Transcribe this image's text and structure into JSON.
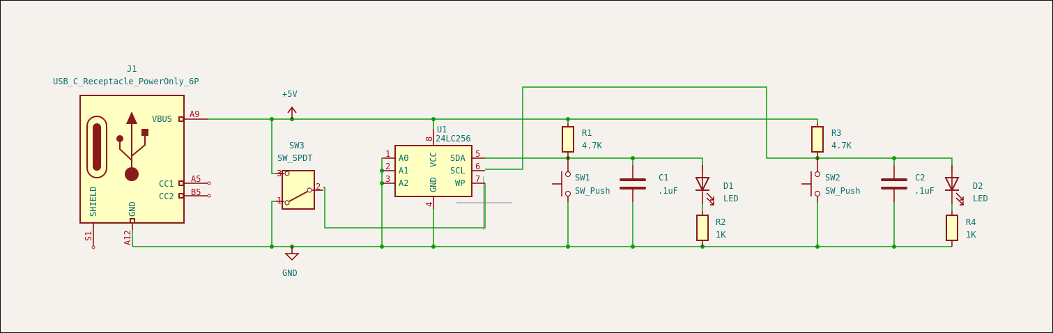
{
  "schematic": {
    "power": {
      "vcc_label": "+5V",
      "gnd_label": "GND"
    },
    "J1": {
      "ref": "J1",
      "value": "USB_C_Receptacle_PowerOnly_6P",
      "pins": {
        "vbus": {
          "name": "VBUS",
          "num": "A9"
        },
        "cc1": {
          "name": "CC1",
          "num": "A5"
        },
        "cc2": {
          "name": "CC2",
          "num": "B5"
        },
        "shield": {
          "name": "SHIELD",
          "num": "S1"
        },
        "gnd": {
          "name": "GND",
          "num": "A12"
        }
      }
    },
    "SW3": {
      "ref": "SW3",
      "value": "SW_SPDT",
      "pins": [
        "1",
        "2",
        "3"
      ]
    },
    "U1": {
      "ref": "U1",
      "value": "24LC256",
      "pins": {
        "a0": {
          "name": "A0",
          "num": "1"
        },
        "a1": {
          "name": "A1",
          "num": "2"
        },
        "a2": {
          "name": "A2",
          "num": "3"
        },
        "gnd": {
          "name": "GND",
          "num": "4"
        },
        "sda": {
          "name": "SDA",
          "num": "5"
        },
        "scl": {
          "name": "SCL",
          "num": "6"
        },
        "wp": {
          "name": "WP",
          "num": "7"
        },
        "vcc": {
          "name": "VCC",
          "num": "8"
        }
      }
    },
    "R1": {
      "ref": "R1",
      "value": "4.7K"
    },
    "R2": {
      "ref": "R2",
      "value": "1K"
    },
    "R3": {
      "ref": "R3",
      "value": "4.7K"
    },
    "R4": {
      "ref": "R4",
      "value": "1K"
    },
    "SW1": {
      "ref": "SW1",
      "value": "SW_Push"
    },
    "SW2": {
      "ref": "SW2",
      "value": "SW_Push"
    },
    "C1": {
      "ref": "C1",
      "value": ".1uF"
    },
    "C2": {
      "ref": "C2",
      "value": ".1uF"
    },
    "D1": {
      "ref": "D1",
      "value": "LED"
    },
    "D2": {
      "ref": "D2",
      "value": "LED"
    },
    "colors": {
      "wire": "#0b9e0b",
      "symbol": "#8b1a1a",
      "symbol_fill": "#ffffc2",
      "text": "#0b6d6d",
      "pin_number": "#a01010",
      "background": "#f5f2ed"
    }
  }
}
